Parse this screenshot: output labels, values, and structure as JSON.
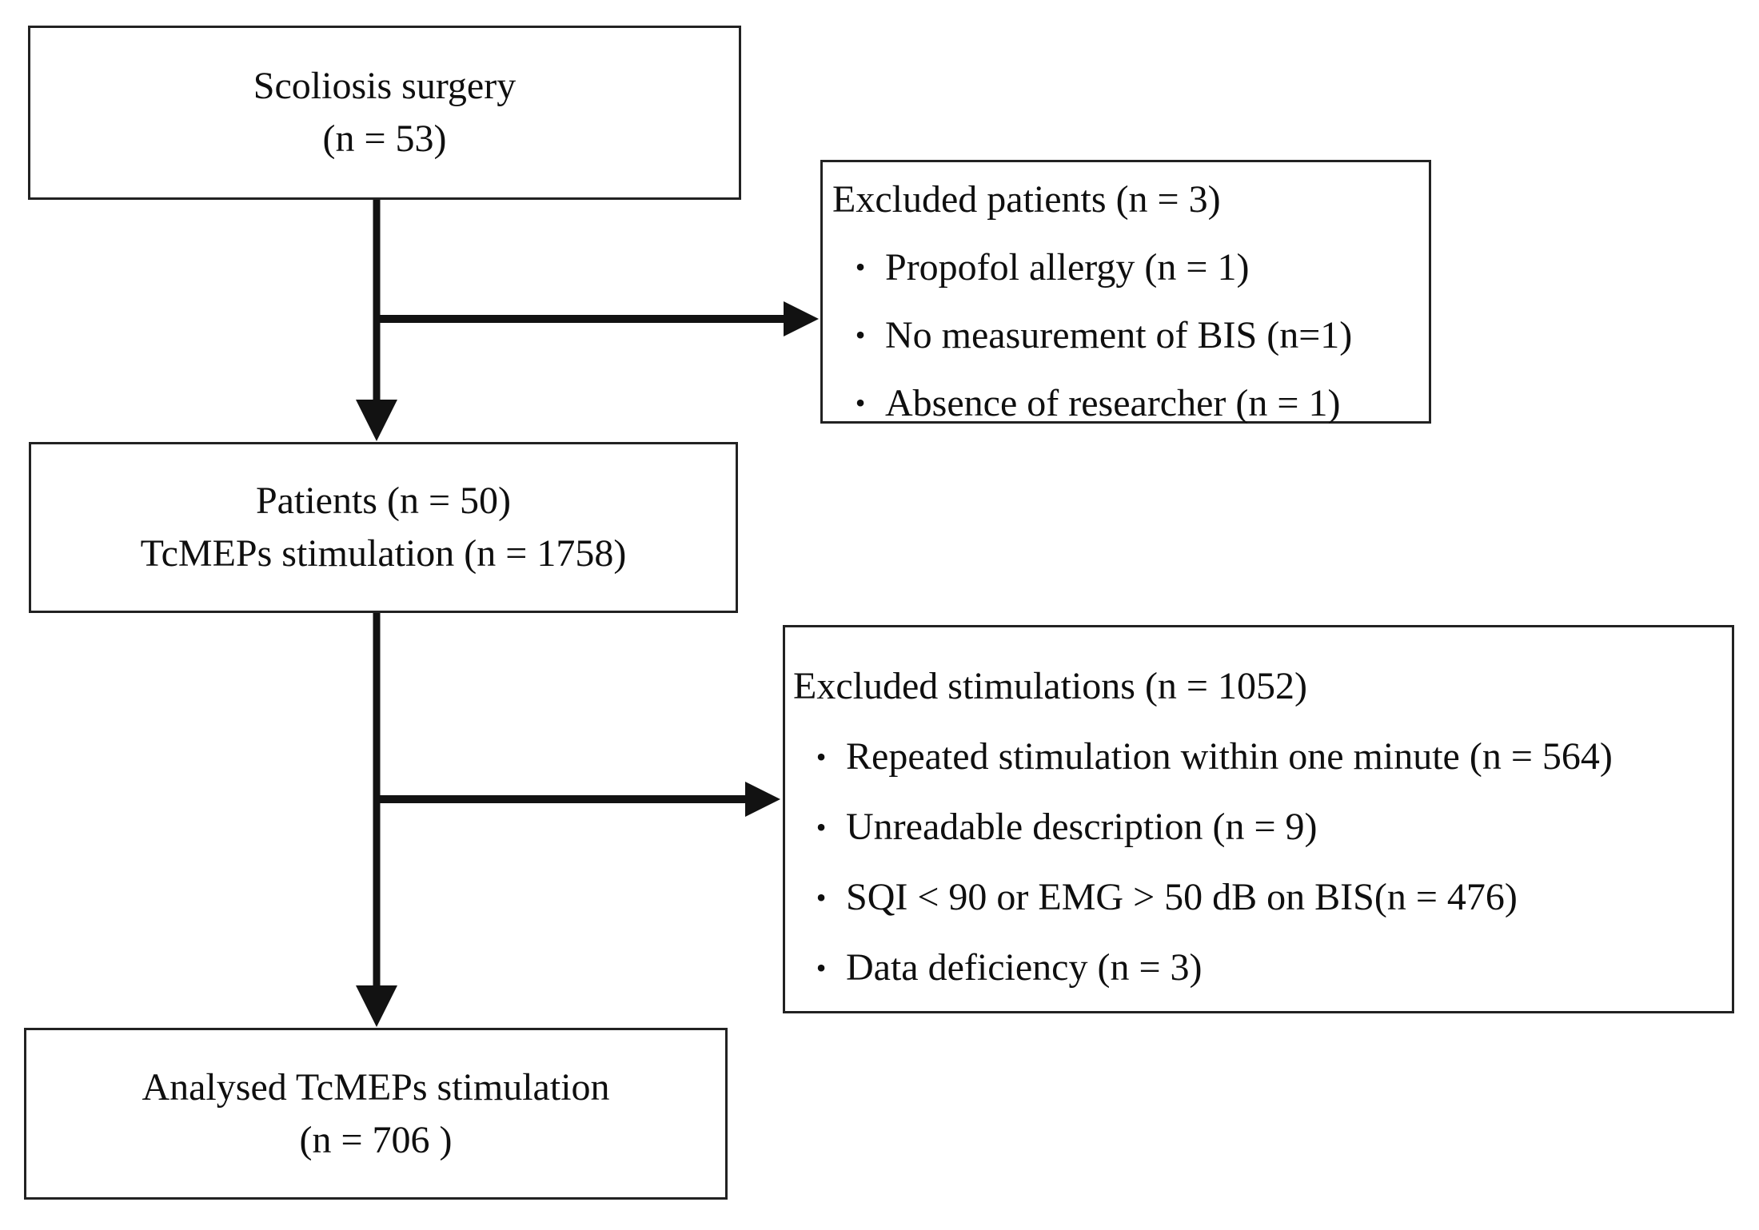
{
  "figure": {
    "bullet": "•",
    "boxes": {
      "scoliosis": {
        "line1": "Scoliosis surgery",
        "line2": "(n = 53)"
      },
      "excluded_patients": {
        "title": "Excluded patients (n = 3)",
        "items": [
          "Propofol allergy (n = 1)",
          "No measurement of BIS (n=1)",
          "Absence of researcher (n = 1)"
        ]
      },
      "patients": {
        "line1": "Patients (n = 50)",
        "line2": "TcMEPs stimulation (n = 1758)"
      },
      "excluded_stimulations": {
        "title": "Excluded stimulations (n = 1052)",
        "items": [
          "Repeated stimulation within one minute (n = 564)",
          "Unreadable description (n = 9)",
          "SQI < 90 or EMG > 50 dB on BIS(n = 476)",
          "Data deficiency (n = 3)"
        ]
      },
      "analysed": {
        "line1": "Analysed TcMEPs stimulation",
        "line2": "(n = 706 )"
      }
    },
    "colors": {
      "line": "#121212",
      "border": "#222222",
      "text": "#0f0f0f",
      "background": "#ffffff"
    }
  }
}
